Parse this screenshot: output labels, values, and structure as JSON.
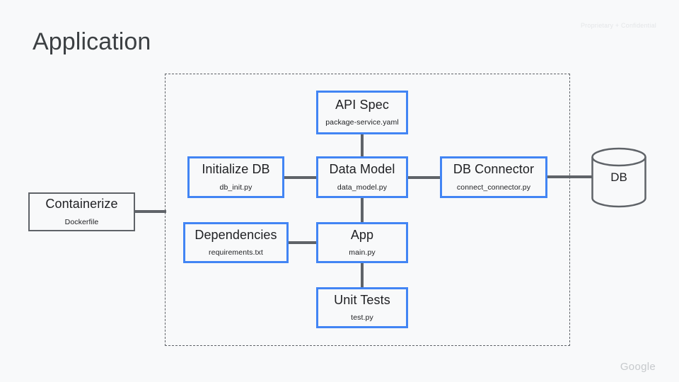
{
  "slide": {
    "title": "Application",
    "confidential_notice": "Proprietary + Confidential",
    "brand": "Google",
    "background_color": "#f8f9fa",
    "accent_color": "#4285f4",
    "line_color": "#5f6368"
  },
  "nodes": [
    {
      "id": "containerize",
      "title": "Containerize",
      "subtitle": "Dockerfile",
      "border_color": "#5f6368"
    },
    {
      "id": "api-spec",
      "title": "API Spec",
      "subtitle": "package-service.yaml",
      "border_color": "#4285f4"
    },
    {
      "id": "initialize-db",
      "title": "Initialize DB",
      "subtitle": "db_init.py",
      "border_color": "#4285f4"
    },
    {
      "id": "data-model",
      "title": "Data Model",
      "subtitle": "data_model.py",
      "border_color": "#4285f4"
    },
    {
      "id": "db-connector",
      "title": "DB Connector",
      "subtitle": "connect_connector.py",
      "border_color": "#4285f4"
    },
    {
      "id": "dependencies",
      "title": "Dependencies",
      "subtitle": "requirements.txt",
      "border_color": "#4285f4"
    },
    {
      "id": "app",
      "title": "App",
      "subtitle": "main.py",
      "border_color": "#4285f4"
    },
    {
      "id": "unit-tests",
      "title": "Unit Tests",
      "subtitle": "test.py",
      "border_color": "#4285f4"
    }
  ],
  "database": {
    "label": "DB"
  }
}
